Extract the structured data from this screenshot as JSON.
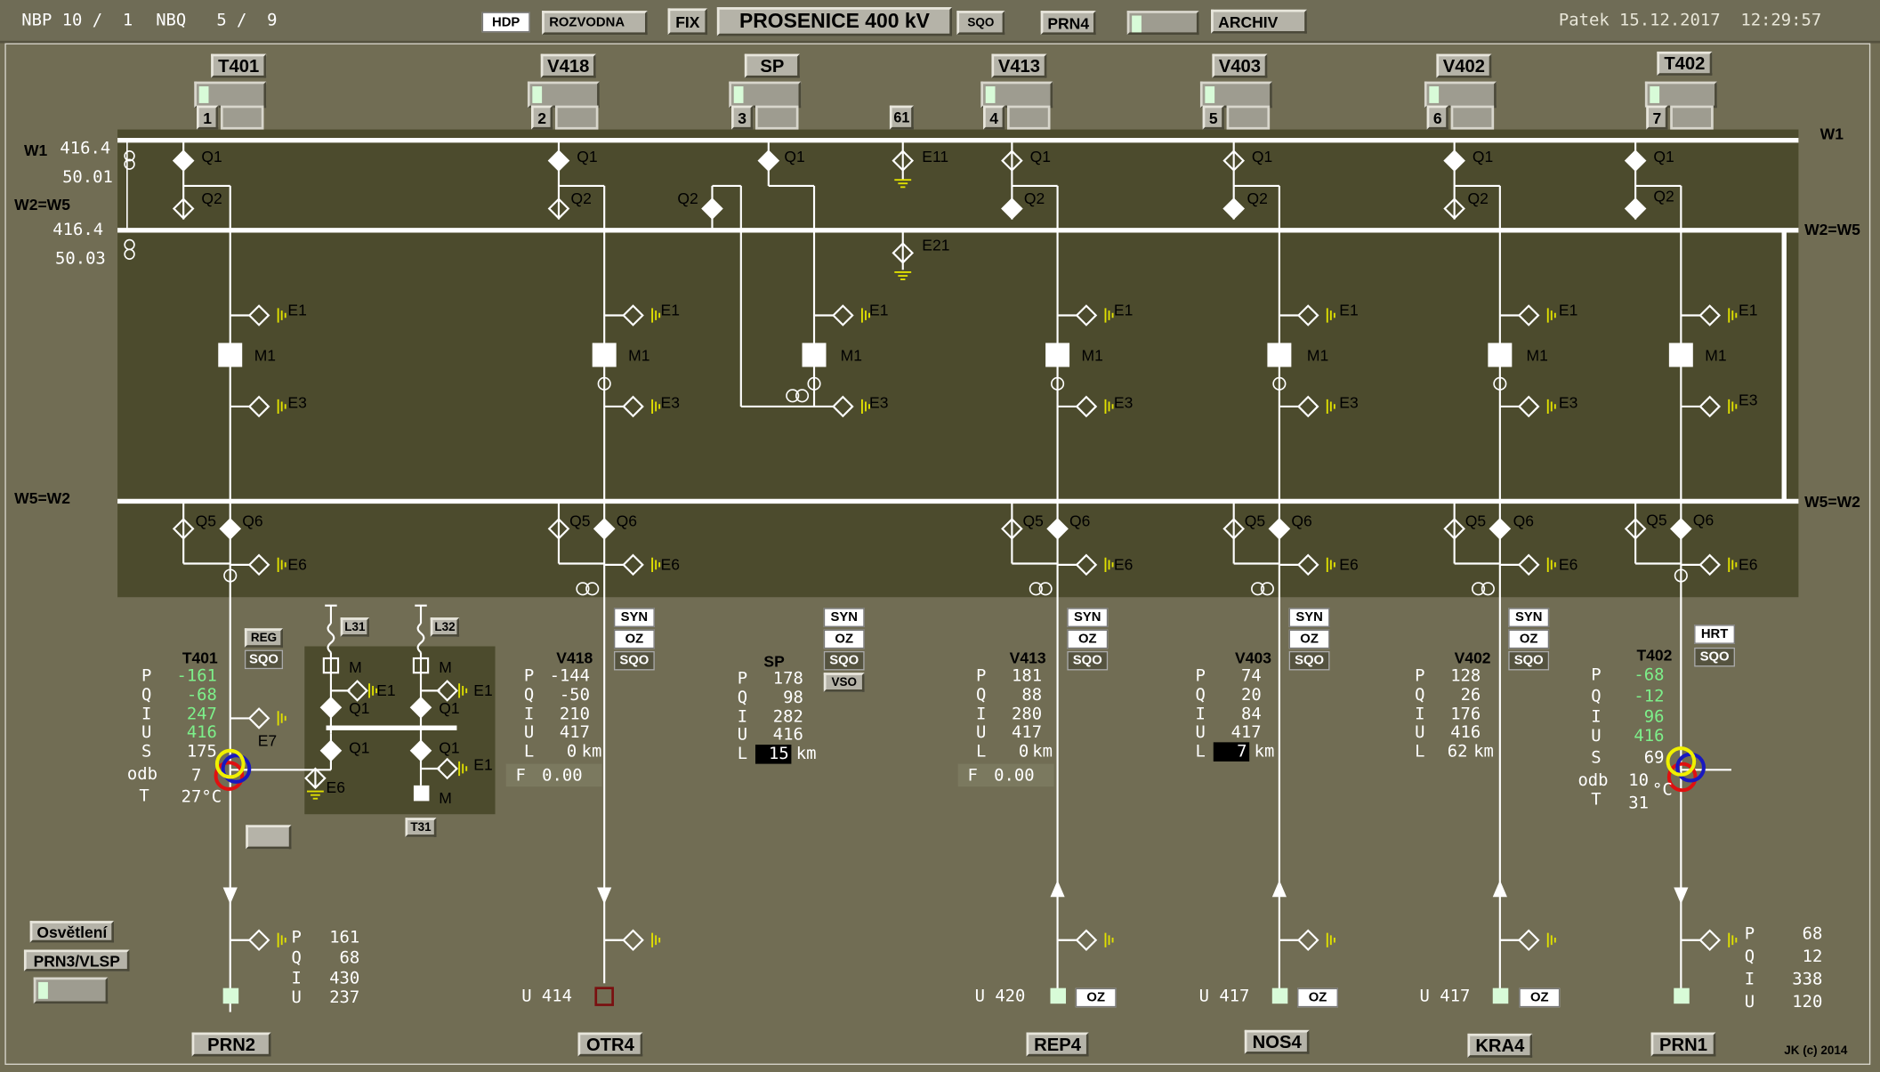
{
  "header": {
    "nbp": "NBP 10 /  1",
    "nbq": "NBQ   5 /  9",
    "hdp": "HDP",
    "rozvodna": "ROZVODNA",
    "fix": "FIX",
    "title": "PROSENICE  400 kV",
    "sqo": "SQO",
    "prn4": "PRN4",
    "archiv": "ARCHIV",
    "datetime": "Patek 15.12.2017  12:29:57"
  },
  "busbars": {
    "w1": "W1",
    "w1_u": "416.4",
    "w1_f": "50.01",
    "w2w5": "W2=W5",
    "w2_u": "416.4",
    "w2_f": "50.03",
    "w5w2": "W5=W2",
    "w1_right": "W1",
    "w2w5_right": "W2=W5",
    "w5w2_right": "W5=W2"
  },
  "bays": [
    {
      "name": "T401",
      "pos": "1"
    },
    {
      "name": "V418",
      "pos": "2"
    },
    {
      "name": "SP",
      "pos": "3"
    },
    {
      "name": "V413",
      "pos": "4"
    },
    {
      "name": "V403",
      "pos": "5"
    },
    {
      "name": "V402",
      "pos": "6"
    },
    {
      "name": "T402",
      "pos": "7"
    }
  ],
  "pos61": "61",
  "labels": {
    "q1": "Q1",
    "q2": "Q2",
    "q5": "Q5",
    "q6": "Q6",
    "e1": "E1",
    "e3": "E3",
    "e6": "E6",
    "e7": "E7",
    "m1": "M1",
    "m": "M",
    "e11": "E11",
    "e21": "E21",
    "l31": "L31",
    "l32": "L32",
    "t31": "T31"
  },
  "buttons": {
    "syn": "SYN",
    "oz": "OZ",
    "sqo": "SQO",
    "vso": "VSO",
    "reg": "REG",
    "hrt": "HRT",
    "osvetleni": "Osvětlení",
    "prn3": "PRN3/VLSP"
  },
  "meas_labels": {
    "p": "P",
    "q": "Q",
    "i": "I",
    "u": "U",
    "s": "S",
    "l": "L",
    "odb": "odb",
    "t": "T",
    "km": "km",
    "f": "F",
    "degc": "°C",
    "u_line": "U"
  },
  "t401": {
    "title": "T401",
    "p": "-161",
    "q": "-68",
    "i": "247",
    "u": "416",
    "s": "175",
    "odb": "7",
    "t": "27"
  },
  "v418": {
    "title": "V418",
    "p": "-144",
    "q": "-50",
    "i": "210",
    "u": "417",
    "l": "0",
    "f": "0.00"
  },
  "sp": {
    "title": "SP",
    "p": "178",
    "q": "98",
    "i": "282",
    "u": "416",
    "l": "15"
  },
  "v413": {
    "title": "V413",
    "p": "181",
    "q": "88",
    "i": "280",
    "u": "417",
    "l": "0",
    "f": "0.00"
  },
  "v403": {
    "title": "V403",
    "p": "74",
    "q": "20",
    "i": "84",
    "u": "417",
    "l": "7"
  },
  "v402": {
    "title": "V402",
    "p": "128",
    "q": "26",
    "i": "176",
    "u": "416",
    "l": "62"
  },
  "t402": {
    "title": "T402",
    "p": "-68",
    "q": "-12",
    "i": "96",
    "u": "416",
    "s": "69",
    "odb": "10",
    "t": "31"
  },
  "bottom": {
    "prn2": {
      "name": "PRN2",
      "p": "161",
      "q": "68",
      "i": "430",
      "u": "237"
    },
    "otr4": {
      "name": "OTR4",
      "u_label": "U 414"
    },
    "rep4": {
      "name": "REP4",
      "u_label": "U 420"
    },
    "nos4": {
      "name": "NOS4",
      "u_label": "U 417"
    },
    "kra4": {
      "name": "KRA4",
      "u_label": "U 417"
    },
    "prn1": {
      "name": "PRN1",
      "p": "68",
      "q": "12",
      "i": "338",
      "u": "120"
    }
  },
  "copyright": "JK (c) 2014",
  "colors": {
    "background": "#716d54",
    "panel": "#4c4b2d",
    "line": "#ffffff",
    "measure_green": "#7df08a",
    "earth": "#e0e000"
  }
}
